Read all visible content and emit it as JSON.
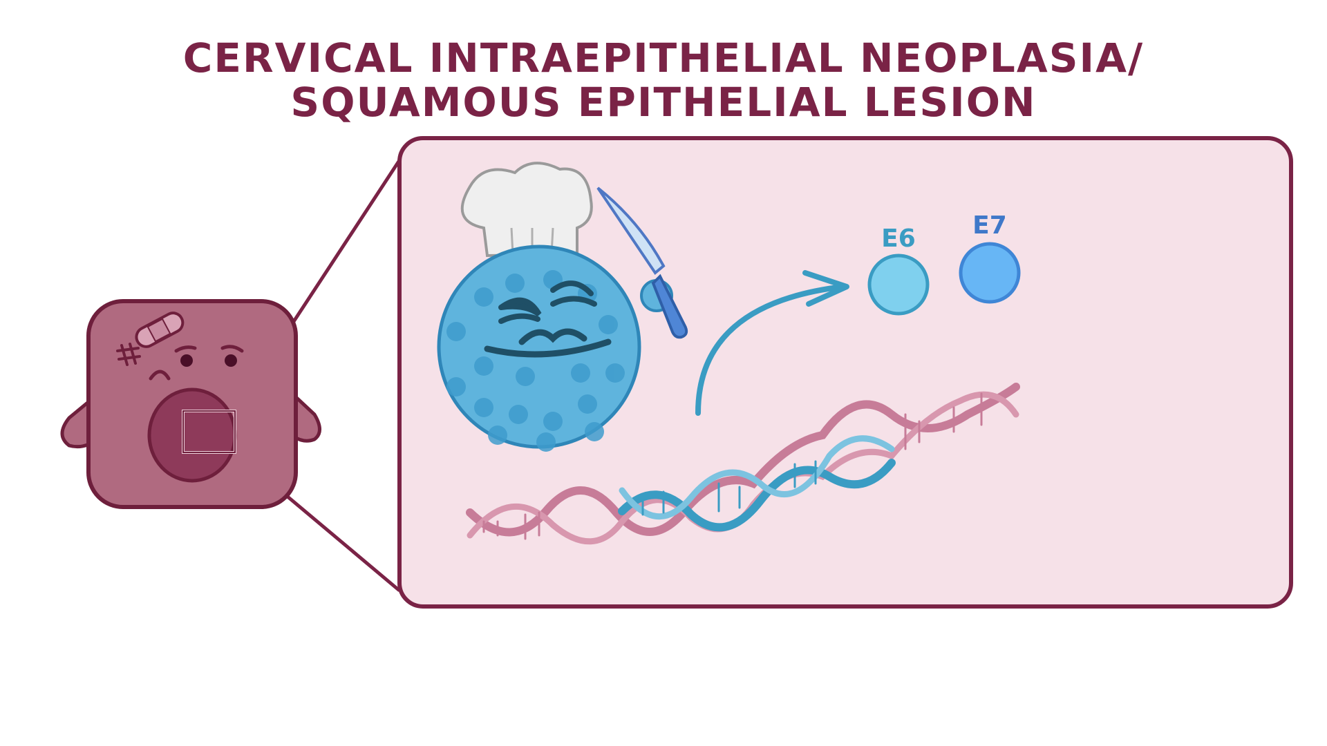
{
  "title": {
    "line1": "CERVICAL INTRAEPITHELIAL NEOPLASIA/",
    "line2": "SQUAMOUS EPITHELIAL LESION"
  },
  "proteins": {
    "e6": "E6",
    "e7": "E7"
  },
  "colors": {
    "title": "#7a2346",
    "cell_body": "#b06a80",
    "cell_outline": "#6e1f3c",
    "nucleus": "#8e3a5a",
    "panel_fill": "#f6e1e8",
    "panel_border": "#7a2346",
    "virus": "#5fb4dd",
    "virus_dark": "#2f86b8",
    "e6_fill": "#7fd0ee",
    "e7_fill": "#67b6f5",
    "dna_pink": "#c77c98",
    "dna_blue": "#3a9cc3"
  }
}
